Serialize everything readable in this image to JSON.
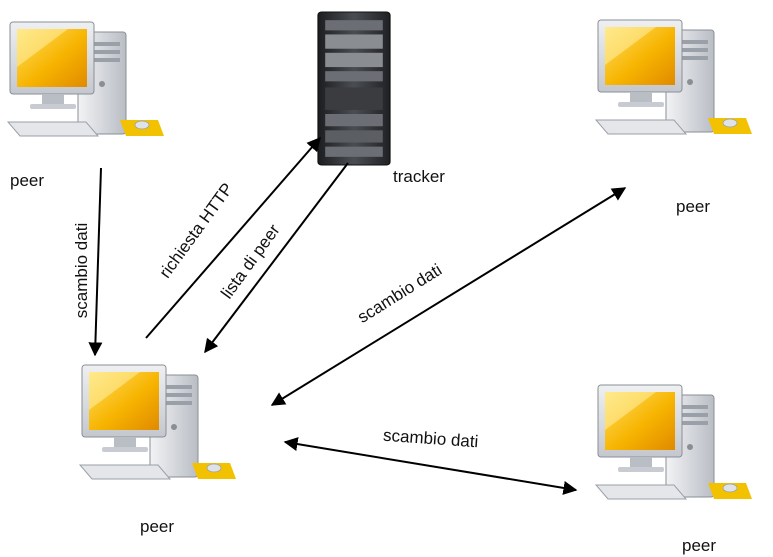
{
  "nodes": {
    "peer_top_left": {
      "label": "peer"
    },
    "tracker": {
      "label": "tracker"
    },
    "peer_top_right": {
      "label": "peer"
    },
    "peer_center": {
      "label": "peer"
    },
    "peer_bottom_right": {
      "label": "peer"
    }
  },
  "edges": {
    "exchange_left": {
      "label": "scambio dati"
    },
    "http_request": {
      "label": "richiesta HTTP"
    },
    "peer_list": {
      "label": "lista di peer"
    },
    "exchange_top_right": {
      "label": "scambio dati"
    },
    "exchange_bottom_right": {
      "label": "scambio dati"
    }
  },
  "colors": {
    "screen_yellow": "#f7b400",
    "case_gray": "#d9dce0",
    "server_dark": "#2b2d31",
    "arrow": "#000000"
  }
}
